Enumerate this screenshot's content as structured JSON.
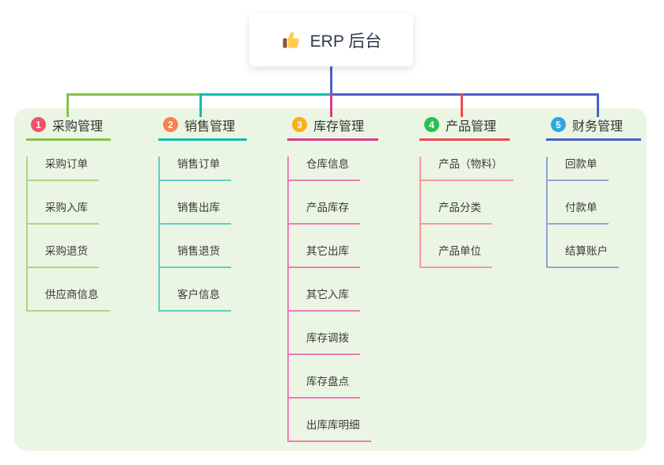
{
  "root": {
    "title": "ERP 后台",
    "icon": "thumbs-up-icon"
  },
  "colors": {
    "panel_bg": "#eaf6e3",
    "indigo": "#4a61c8",
    "green": "#85c24b",
    "teal": "#12bcae",
    "pink": "#d63b90",
    "red": "#eb4a4e"
  },
  "branches": [
    {
      "num": "1",
      "title": "采购管理",
      "badge_color": "#f2506e",
      "line_color": "#85c24b",
      "child_line_color": "#abd787",
      "children": [
        "采购订单",
        "采购入库",
        "采购退货",
        "供应商信息"
      ]
    },
    {
      "num": "2",
      "title": "销售管理",
      "badge_color": "#f8814f",
      "line_color": "#12bcae",
      "child_line_color": "#5fcdc1",
      "children": [
        "销售订单",
        "销售出库",
        "销售退货",
        "客户信息"
      ]
    },
    {
      "num": "3",
      "title": "库存管理",
      "badge_color": "#f9b115",
      "line_color": "#d63b90",
      "child_line_color": "#ef7cb7",
      "children": [
        "仓库信息",
        "产品库存",
        "其它出库",
        "其它入库",
        "库存调拨",
        "库存盘点",
        "出库库明细"
      ]
    },
    {
      "num": "4",
      "title": "产品管理",
      "badge_color": "#2bbf56",
      "line_color": "#eb4a4e",
      "child_line_color": "#f49b97",
      "children": [
        "产品（物料）",
        "产品分类",
        "产品单位"
      ]
    },
    {
      "num": "5",
      "title": "财务管理",
      "badge_color": "#29a9e0",
      "line_color": "#4a61c8",
      "child_line_color": "#92a3dc",
      "children": [
        "回款单",
        "付款单",
        "结算账户"
      ]
    }
  ]
}
